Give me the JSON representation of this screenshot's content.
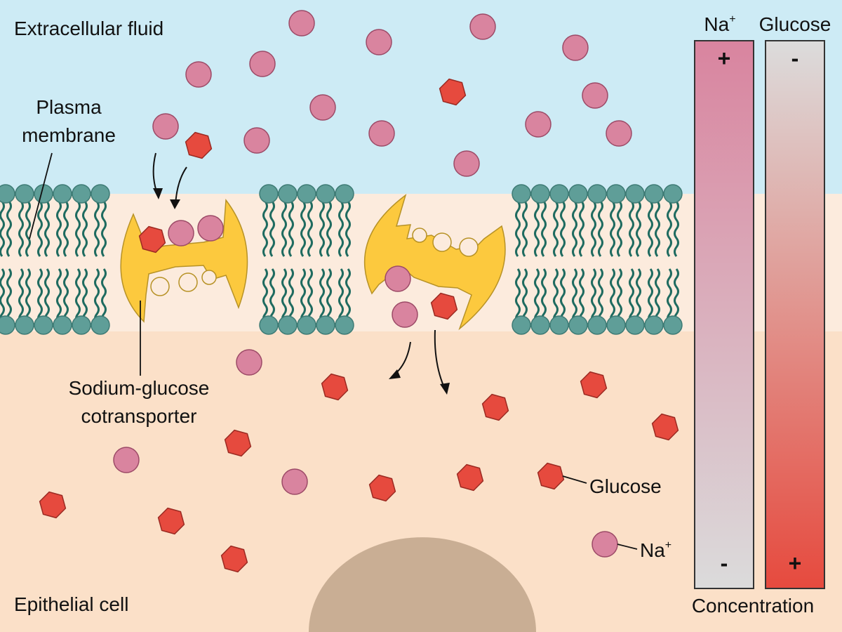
{
  "regions": {
    "extracellular": "Extracellular fluid",
    "cell": "Epithelial cell"
  },
  "labels": {
    "membrane_line1": "Plasma",
    "membrane_line2": "membrane",
    "cotransporter_line1": "Sodium-glucose",
    "cotransporter_line2": "cotransporter",
    "legend_glucose": "Glucose",
    "legend_sodium": "Na",
    "legend_sodium_sup": "+"
  },
  "gradient_bars": {
    "sodium_title": "Na",
    "sodium_title_sup": "+",
    "glucose_title": "Glucose",
    "sodium_top_sign": "+",
    "sodium_bottom_sign": "-",
    "glucose_top_sign": "-",
    "glucose_bottom_sign": "+",
    "axis_label": "Concentration"
  },
  "colors": {
    "extracellular": "#cdebf5",
    "membrane_core": "#fcebdd",
    "cytoplasm": "#fbe0c8",
    "nucleus": "#c9ae94",
    "lipid_head": "#5f9e98",
    "lipid_tail": "#1f6b60",
    "transporter": "#fcc93e",
    "sodium": "#d9849f",
    "glucose": "#e64a3e"
  }
}
